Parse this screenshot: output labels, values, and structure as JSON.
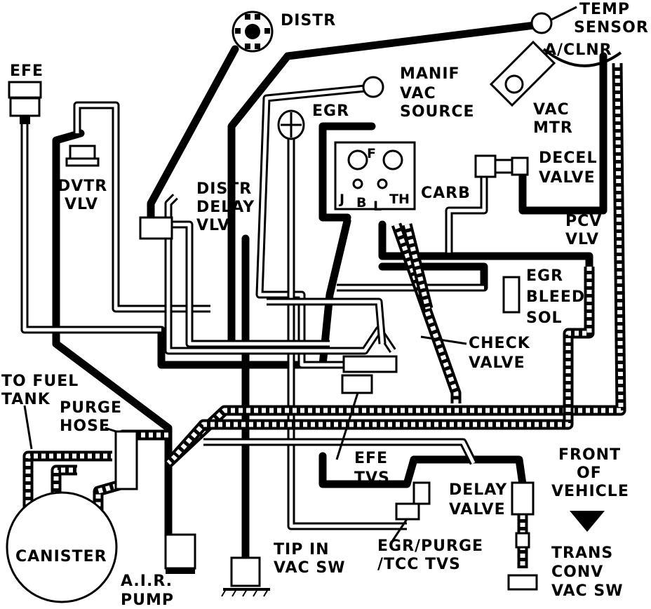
{
  "labels": {
    "distr": "DISTR",
    "temp_sensor_1": "TEMP",
    "temp_sensor_2": "SENSOR",
    "air_cleaner": "A/CLNR",
    "efe": "EFE",
    "manif_vac_1": "MANIF",
    "manif_vac_2": "VAC",
    "manif_vac_3": "SOURCE",
    "egr": "EGR",
    "vac_mtr_1": "VAC",
    "vac_mtr_2": "MTR",
    "decel_1": "DECEL",
    "decel_2": "VALVE",
    "dvtr_1": "DVTR",
    "dvtr_2": "VLV",
    "distr_delay_1": "DISTR",
    "distr_delay_2": "DELAY",
    "distr_delay_3": "VLV",
    "carb": "CARB",
    "carb_f": "F",
    "carb_j": "J",
    "carb_b": "B",
    "carb_l": "L",
    "carb_th": "TH",
    "pcv_1": "PCV",
    "pcv_2": "VLV",
    "egr_bleed_1": "EGR",
    "egr_bleed_2": "BLEED",
    "egr_bleed_3": "SOL",
    "check_1": "CHECK",
    "check_2": "VALVE",
    "fuel_tank_1": "TO FUEL",
    "fuel_tank_2": "TANK",
    "purge_1": "PURGE",
    "purge_2": "HOSE",
    "efe_tvs_1": "EFE",
    "efe_tvs_2": "TVS",
    "delay_1": "DELAY",
    "delay_2": "VALVE",
    "front_1": "FRONT",
    "front_2": "OF",
    "front_3": "VEHICLE",
    "canister": "CANISTER",
    "air_pump_1": "A.I.R.",
    "air_pump_2": "PUMP",
    "tip_in_1": "TIP IN",
    "tip_in_2": "VAC SW",
    "egr_purge_1": "EGR/PURGE",
    "egr_purge_2": "/TCC TVS",
    "trans_1": "TRANS",
    "trans_2": "CONV",
    "trans_3": "VAC SW"
  }
}
